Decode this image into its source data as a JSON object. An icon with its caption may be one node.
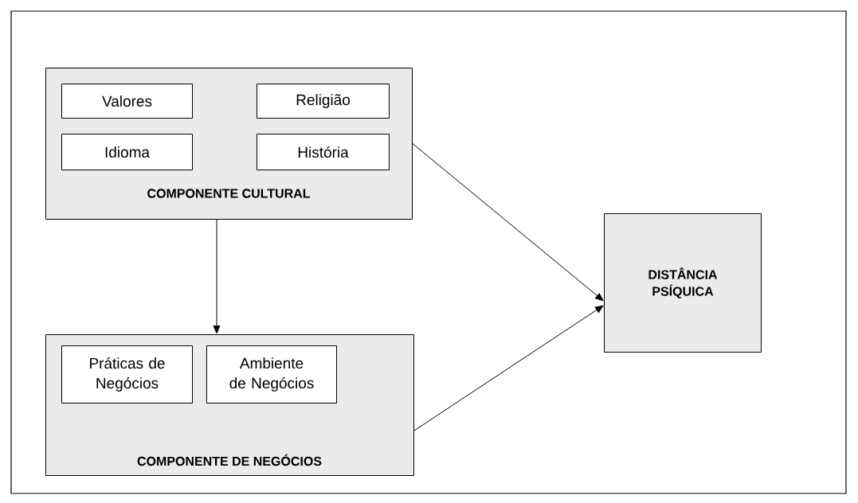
{
  "diagram": {
    "nodes": [
      {
        "text": [
          "COMPONENTE CULTURAL"
        ]
      },
      {
        "text": [
          "Valores"
        ],
        "in": 0
      },
      {
        "text": [
          "Religião"
        ],
        "in": 0
      },
      {
        "text": [
          "Idioma"
        ],
        "in": 0
      },
      {
        "text": [
          "História"
        ],
        "in": 0
      },
      {
        "text": [
          "COMPONENTE DE NEGÓCIOS"
        ]
      },
      {
        "text": [
          "Práticas de Negócios"
        ],
        "in": 5
      },
      {
        "text": [
          "Ambiente de Negócios"
        ],
        "in": 5
      },
      {
        "text": [
          "DISTÂNCIA PSÍQUICA"
        ]
      }
    ],
    "edges": [
      {
        "from": 0,
        "to": 5,
        "arrow": "to"
      },
      {
        "from": 0,
        "to": 8,
        "arrow": "to"
      },
      {
        "from": 5,
        "to": 8,
        "arrow": "to"
      }
    ]
  }
}
